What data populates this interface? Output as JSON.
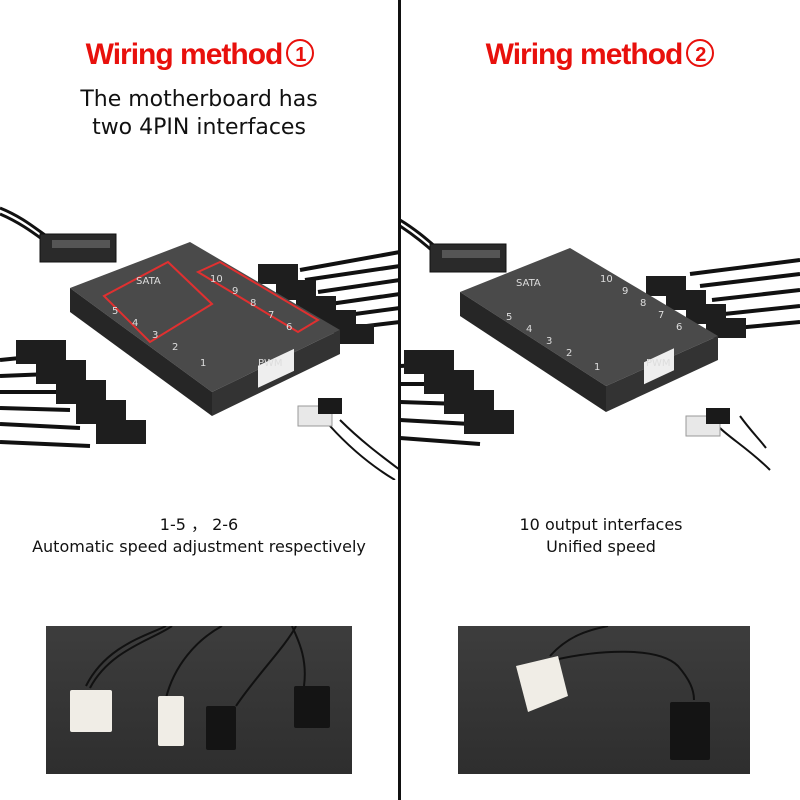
{
  "left": {
    "title": "Wiring method",
    "title_num": "1",
    "subtitle_line1": "The motherboard has",
    "subtitle_line2": "two 4PIN interfaces",
    "caption_line1": "1-5 ， 2-6",
    "caption_line2": "Automatic speed adjustment respectively",
    "hub_labels": {
      "sata": "SATA",
      "pwm": "PWM",
      "ports": [
        "1",
        "2",
        "3",
        "4",
        "5",
        "6",
        "7",
        "8",
        "9",
        "10"
      ]
    }
  },
  "right": {
    "title": "Wiring method",
    "title_num": "2",
    "caption_line1": "10 output interfaces",
    "caption_line2": "Unified speed",
    "hub_labels": {
      "sata": "SATA",
      "pwm": "PWM",
      "ports": [
        "1",
        "2",
        "3",
        "4",
        "5",
        "6",
        "7",
        "8",
        "9",
        "10"
      ]
    }
  },
  "colors": {
    "title_red": "#e8100c",
    "highlight_red": "#e03030",
    "hub_body": "#3a3a3a",
    "photo_bg": "#353535"
  },
  "icons": [
    "sata-connector-icon",
    "fan-header-icon",
    "pwm-connector-icon",
    "fan-hub-icon"
  ]
}
